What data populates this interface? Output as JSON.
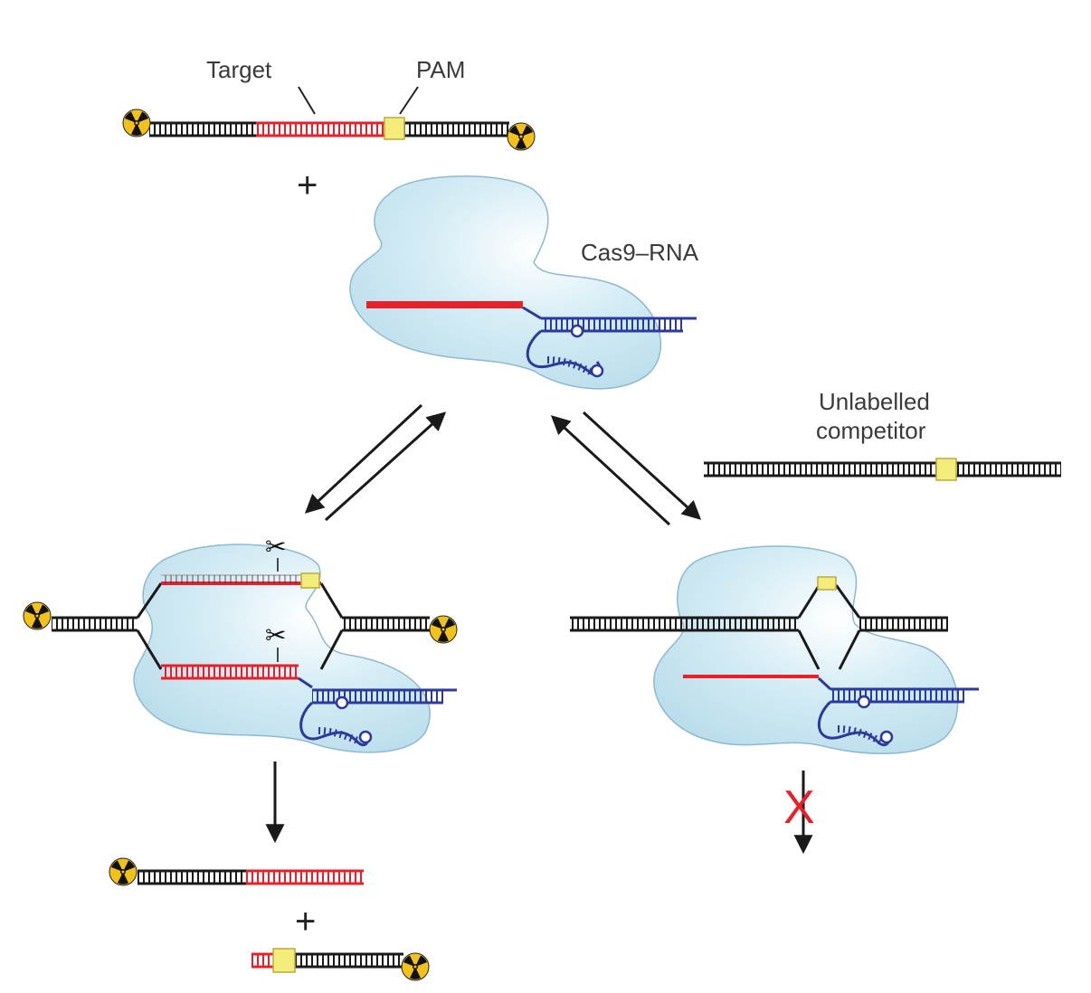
{
  "labels": {
    "target": "Target",
    "pam": "PAM",
    "cas9_rna": "Cas9–RNA",
    "competitor_line1": "Unlabelled",
    "competitor_line2": "competitor",
    "plus_top": "+",
    "plus_bottom": "+"
  },
  "blocked_mark": "X",
  "icons": [
    "radioactive-label-icon",
    "scissors-icon",
    "pam-box",
    "arrow-icon"
  ],
  "colors": {
    "dna": "#1a1a1a",
    "target_strand": "#e8202a",
    "pam": "#f3ec7a",
    "guide_rna": "#2b3a9c",
    "protein": "#bfe0ec",
    "protein_outline": "#8fb9cf",
    "blocked_x": "#e8202a",
    "label_text": "#3a3a3a"
  }
}
